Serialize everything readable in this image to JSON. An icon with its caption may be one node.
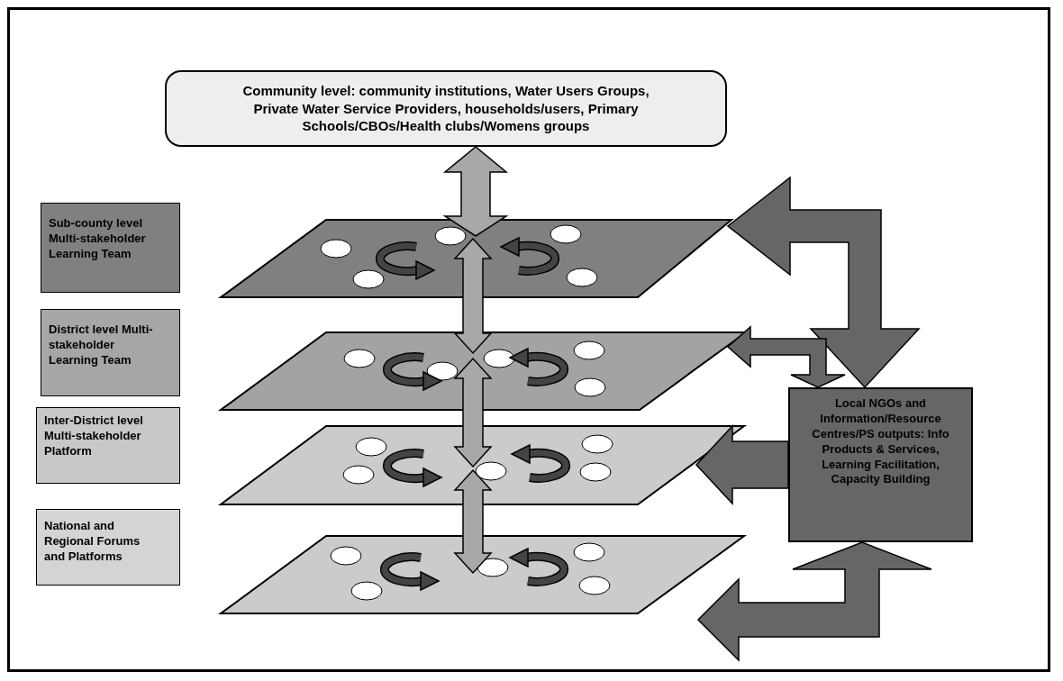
{
  "diagram": {
    "nodes": [
      {
        "text": [
          "Community level: community institutions, Water Users Groups, Private Water Service Providers, households/users, Primary Schools/CBOs/Health clubs/Womens groups"
        ]
      },
      {
        "text": [
          "Sub-county level Multi-stakeholder Learning Team"
        ]
      },
      {
        "text": [
          "District level Multi-stakeholder Learning Team"
        ]
      },
      {
        "text": [
          "Inter-District level Multi-stakeholder Platform"
        ]
      },
      {
        "text": [
          "National and Regional Forums and Platforms"
        ]
      },
      {
        "text": [],
        "shape": "parallelogram"
      },
      {
        "text": [],
        "shape": "parallelogram"
      },
      {
        "text": [],
        "shape": "parallelogram"
      },
      {
        "text": [],
        "shape": "parallelogram"
      },
      {
        "text": [
          "Local NGOs and Information/Resource Centres/PS outputs: Info Products & Services, Learning Facilitation, Capacity Building"
        ]
      }
    ],
    "edges": [
      {
        "from": 0,
        "to": 5,
        "arrow": "both"
      },
      {
        "from": 5,
        "to": 6,
        "arrow": "both"
      },
      {
        "from": 6,
        "to": 7,
        "arrow": "both"
      },
      {
        "from": 7,
        "to": 8,
        "arrow": "both"
      },
      {
        "from": 9,
        "to": 5,
        "arrow": "both",
        "color": "#666666"
      },
      {
        "from": 9,
        "to": 6,
        "arrow": "both",
        "color": "#666666"
      },
      {
        "from": 9,
        "to": 7,
        "arrow": "to",
        "color": "#666666"
      },
      {
        "from": null,
        "to": 9,
        "arrow": "both",
        "color": "#666666"
      }
    ]
  }
}
